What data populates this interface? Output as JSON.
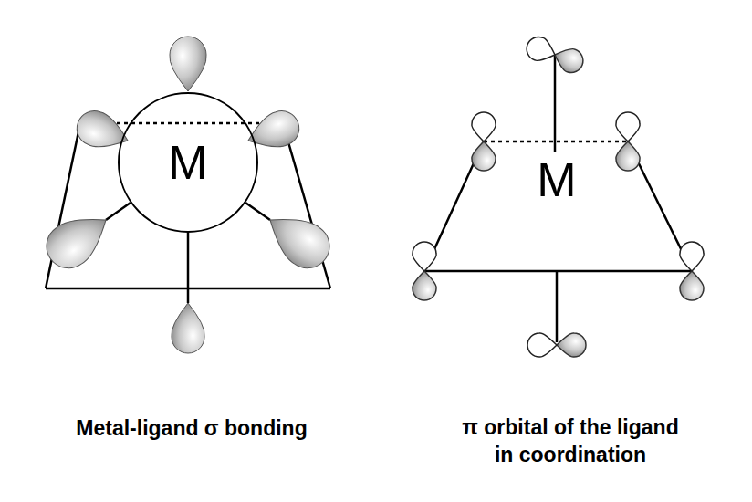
{
  "diagram": {
    "nodes": [
      {
        "text": [
          "M"
        ]
      }
    ],
    "labels": [
      "M",
      "Metal-ligand σ bonding",
      "π orbital of the ligand in coordination"
    ]
  }
}
